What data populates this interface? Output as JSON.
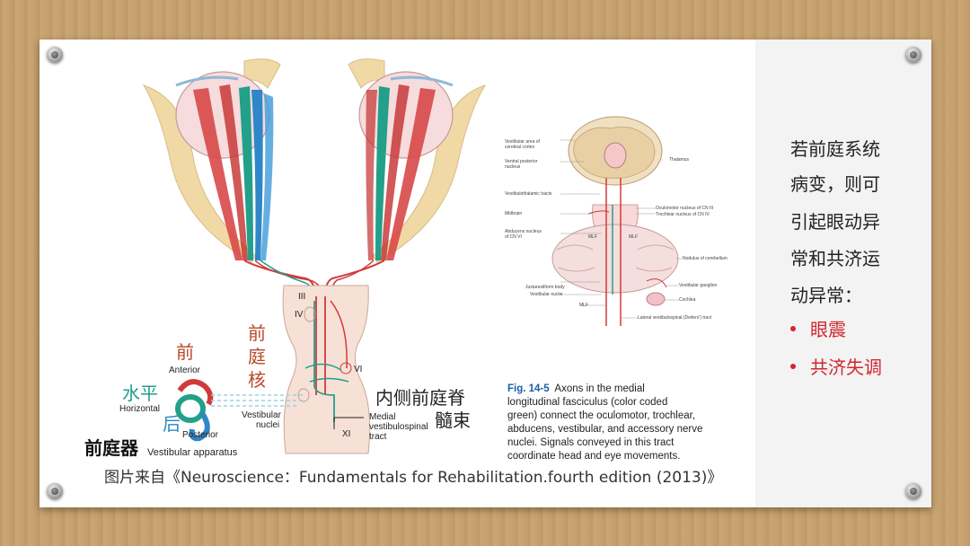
{
  "diagram": {
    "cranial_labels": [
      "III",
      "IV",
      "VI",
      "XI"
    ],
    "label_anterior_cn": "前",
    "label_anterior": "Anterior",
    "label_horizontal_cn": "水平",
    "label_horizontal": "Horizontal",
    "label_posterior_cn": "后",
    "label_posterior": "Posterior",
    "label_vestibular_apparatus_cn": "前庭器",
    "label_vestibular_apparatus": "Vestibular apparatus",
    "label_vestibular_nuclei_cn": "前庭核",
    "label_vestibular_nuclei": [
      "Vestibular",
      "nuclei"
    ],
    "label_mvst_cn": [
      "内侧前庭脊",
      "髓束"
    ],
    "label_mvst": [
      "Medial",
      "vestibulospinal",
      "tract"
    ],
    "source": "图片来自《Neuroscience：Fundamentals for Rehabilitation.fourth edition (2013)》"
  },
  "figure2": {
    "labels_left": [
      "Vestibular area of",
      "cerebral cortex",
      "Ventral posterior",
      "nucleus",
      "Vestibulothalamic tracts",
      "Midbrain",
      "Abducens nucleus",
      "of CN VI",
      "Juxtarestiform body",
      "Vestibular nuclei",
      "MLF"
    ],
    "labels_right": [
      "Thalamus",
      "Oculomotor nucleus of CN III",
      "Trochlear nucleus of CN IV",
      "Nodulus of cerebellum",
      "Vestibular ganglion",
      "Cochlea",
      "Lateral vestibulospinal (Deiters') tract"
    ],
    "labels_mid": [
      "MLF",
      "MLF"
    ],
    "caption_fig": "Fig. 14-5",
    "caption_lines": [
      "Axons in the medial",
      "longitudinal fasciculus (color coded",
      "green) connect the oculomotor, trochlear,",
      "abducens, vestibular, and accessory nerve",
      "nuclei. Signals conveyed in this tract",
      "coordinate head and eye movements."
    ]
  },
  "sidebar": {
    "lines": [
      "若前庭系统",
      "病变，则可",
      "引起眼动异",
      "常和共济运",
      "动异常："
    ],
    "bullets": [
      "眼震",
      "共济失调"
    ],
    "bullet_color": "#d1272f"
  },
  "colors": {
    "red_tract": "#d23a3a",
    "green_tract": "#1e9e8a",
    "blue_tract": "#2f86c8",
    "background_wood": "#c8a26f"
  }
}
